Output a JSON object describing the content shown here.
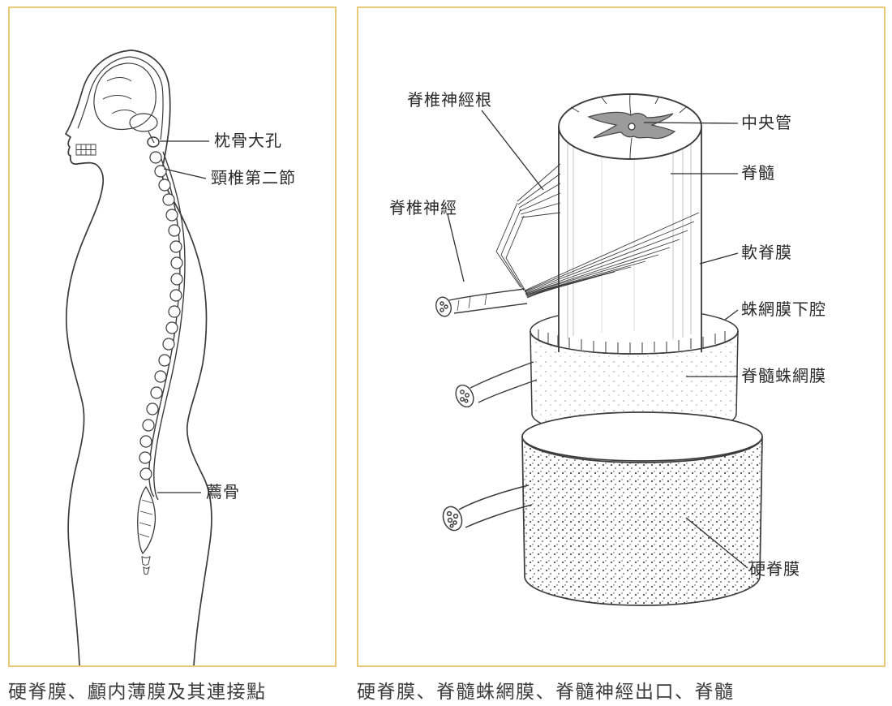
{
  "page": {
    "background_color": "#ffffff",
    "accent_border_color": "#e9c878",
    "line_color": "#3b3b3b"
  },
  "left_panel": {
    "caption": "硬脊膜、顱内薄膜及其連接點",
    "labels": [
      {
        "text": "枕骨大孔"
      },
      {
        "text": "頸椎第二節"
      },
      {
        "text": "薦骨"
      }
    ]
  },
  "right_panel": {
    "caption": "硬脊膜、脊髓蛛網膜、脊髓神經出口、脊髓",
    "labels_left": [
      {
        "text": "脊椎神經根"
      },
      {
        "text": "脊椎神經"
      }
    ],
    "labels_right": [
      {
        "text": "中央管"
      },
      {
        "text": "脊髓"
      },
      {
        "text": "軟脊膜"
      },
      {
        "text": "蛛網膜下腔"
      },
      {
        "text": "脊髓蛛網膜"
      },
      {
        "text": "硬脊膜"
      }
    ]
  }
}
